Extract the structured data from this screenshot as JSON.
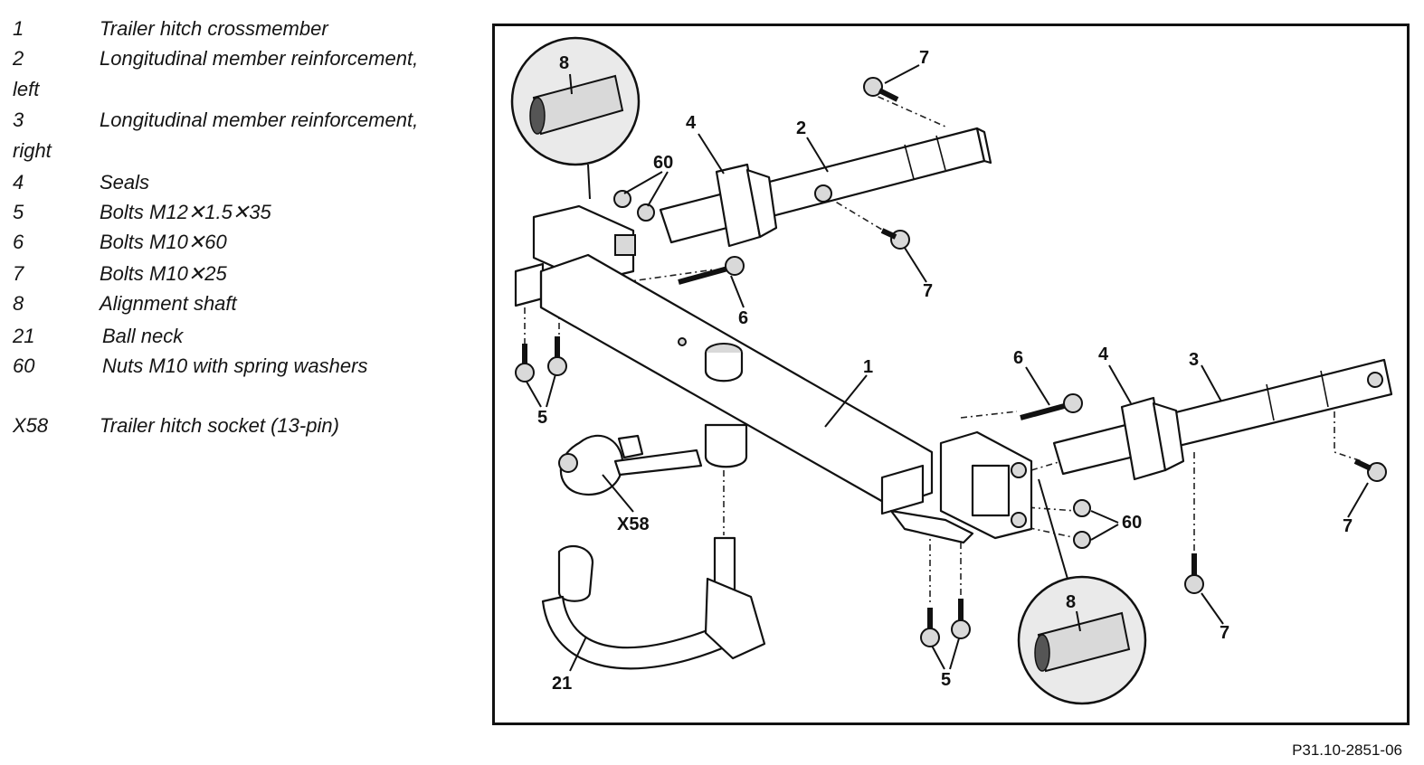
{
  "legend": [
    {
      "num": "1",
      "text": "Trailer hitch crossmember",
      "cont": ""
    },
    {
      "num": "2",
      "text": "Longitudinal member reinforcement,",
      "cont": "left"
    },
    {
      "num": "3",
      "text": "Longitudinal member reinforcement,",
      "cont": "right"
    },
    {
      "num": "4",
      "text": "Seals",
      "cont": ""
    },
    {
      "num": "5",
      "text": "Bolts M12✕1.5✕35",
      "cont": ""
    },
    {
      "num": "6",
      "text": "Bolts M10✕60",
      "cont": ""
    },
    {
      "num": "7",
      "text": "Bolts M10✕25",
      "cont": ""
    },
    {
      "num": "8",
      "text": "Alignment shaft",
      "cont": ""
    },
    {
      "num": "21",
      "text": "Ball neck",
      "cont": ""
    },
    {
      "num": "60",
      "text": "Nuts M10 with spring washers",
      "cont": ""
    },
    {
      "num": "X58",
      "text": "Trailer hitch socket (13-pin)",
      "cont": ""
    }
  ],
  "callouts": {
    "c8a": "8",
    "c7a": "7",
    "c60a": "60",
    "c4a": "4",
    "c2": "2",
    "c7b": "7",
    "c6a": "6",
    "c1": "1",
    "c5a": "5",
    "cX58": "X58",
    "c21": "21",
    "c6b": "6",
    "c4b": "4",
    "c3": "3",
    "c60b": "60",
    "c7c": "7",
    "c7d": "7",
    "c5b": "5",
    "c8b": "8"
  },
  "figure_ref": "P31.10-2851-06"
}
